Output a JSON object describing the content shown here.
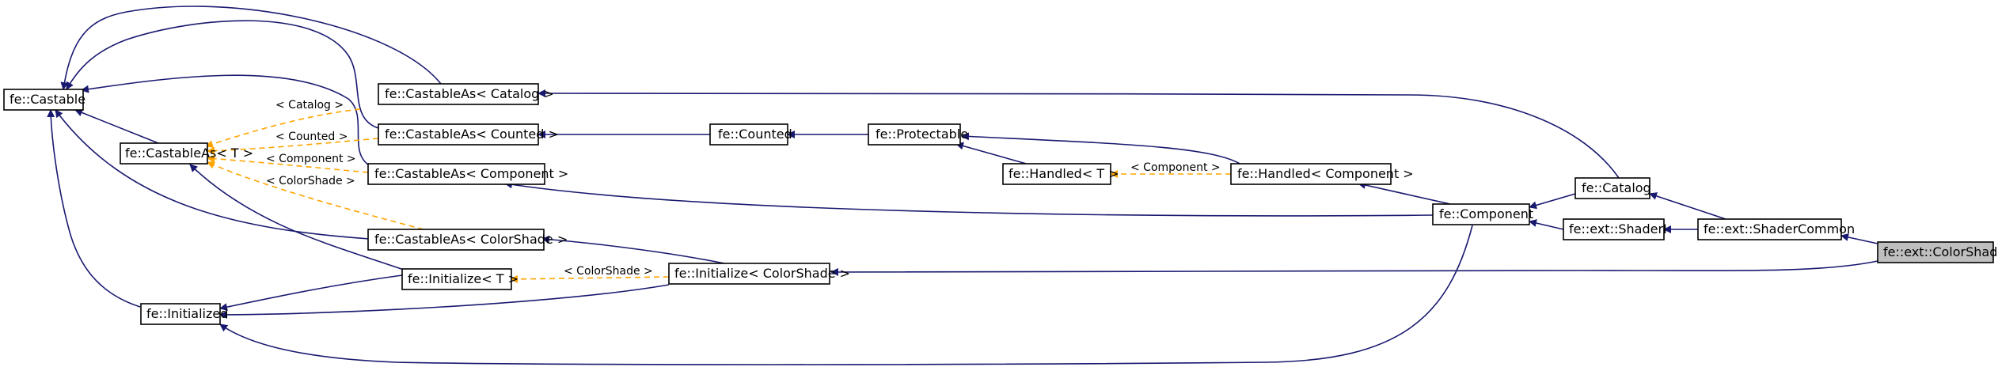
{
  "colors": {
    "inheritance_edge": "#191970",
    "template_edge": "#ffa500",
    "current_node_fill": "#bfbfbf"
  },
  "nodes": {
    "castable": "fe::Castable",
    "castable_as_t": "fe::CastableAs< T >",
    "initialized": "fe::Initialized",
    "castable_as_catalog": "fe::CastableAs< Catalog >",
    "castable_as_counted": "fe::CastableAs< Counted >",
    "castable_as_component": "fe::CastableAs< Component >",
    "castable_as_colorshade": "fe::CastableAs< ColorShade >",
    "initialize_t": "fe::Initialize< T >",
    "initialize_colorshade": "fe::Initialize< ColorShade >",
    "counted": "fe::Counted",
    "protectable": "fe::Protectable",
    "handled_t": "fe::Handled< T >",
    "handled_component": "fe::Handled< Component >",
    "component": "fe::Component",
    "catalog": "fe::Catalog",
    "shaderi": "fe::ext::ShaderI",
    "shader_common": "fe::ext::ShaderCommon",
    "colorshade": "fe::ext::ColorShade"
  },
  "edge_labels": {
    "catalog": "< Catalog >",
    "counted": "< Counted >",
    "component_castable": "< Component >",
    "colorshade_castable": "< ColorShade >",
    "component_handled": "< Component >",
    "colorshade_initialize": "< ColorShade >"
  }
}
